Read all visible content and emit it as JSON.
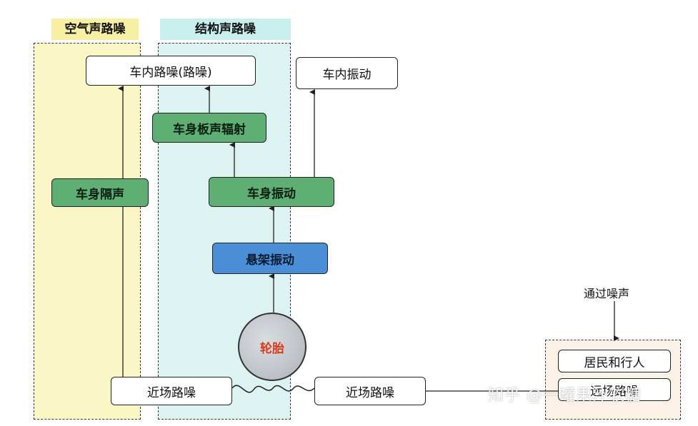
{
  "zones": {
    "airborne": {
      "label": "空气声路噪",
      "bg": "#fbf6c6",
      "label_bg": "#f7f0a4"
    },
    "structural": {
      "label": "结构声路噪",
      "bg": "#dcf3f1",
      "label_bg": "#c8efee"
    },
    "passby": {
      "bg": "#fbf1e6"
    }
  },
  "boxes": {
    "interior_noise": "车内路噪(路噪)",
    "interior_vibration": "车内振动",
    "panel_radiation": "车身板声辐射",
    "body_insulation": "车身隔声",
    "body_vibration": "车身振动",
    "suspension_vibration": "悬架振动",
    "tire": "轮胎",
    "near_field_left": "近场路噪",
    "near_field_right": "近场路噪",
    "residents": "居民和行人",
    "far_field": "远场路噪"
  },
  "labels": {
    "passby_noise": "通过噪声"
  },
  "watermark": "知乎 @一罐果汁软糖",
  "colors": {
    "green": "#5fae74",
    "blue": "#4a8fd6",
    "tire_text": "#d83a1e"
  }
}
